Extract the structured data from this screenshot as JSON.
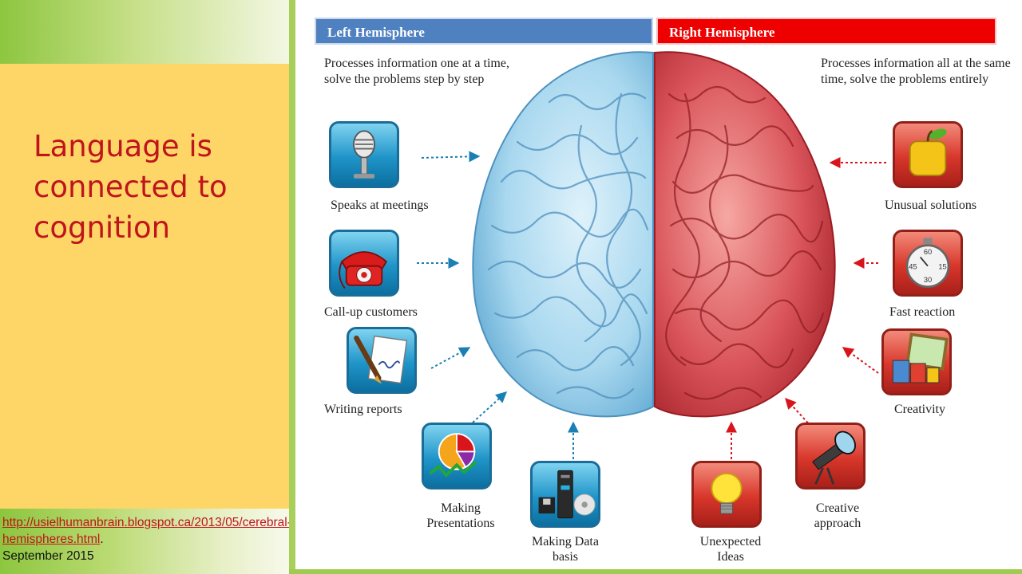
{
  "slide": {
    "title": "Language is connected to cognition",
    "source_link": "http://usielhumanbrain.blogspot.ca/2013/05/cerebral-hemispheres.html",
    "source_suffix": ".",
    "source_date": "September 2015"
  },
  "diagram": {
    "left_header": "Left Hemisphere",
    "right_header": "Right Hemisphere",
    "left_description": "Processes information one at a time, solve the problems step by step",
    "right_description": "Processes information all at the same time, solve the problems entirely",
    "left_items": [
      {
        "label": "Speaks at meetings",
        "icon": "microphone-icon"
      },
      {
        "label": "Call-up customers",
        "icon": "telephone-icon"
      },
      {
        "label": "Writing reports",
        "icon": "pen-document-icon"
      },
      {
        "label": "Making Presentations",
        "icon": "pie-chart-icon"
      },
      {
        "label": "Making Data basis",
        "icon": "server-disk-icon"
      }
    ],
    "right_items": [
      {
        "label": "Unusual solutions",
        "icon": "apple-icon"
      },
      {
        "label": "Fast reaction",
        "icon": "stopwatch-icon"
      },
      {
        "label": "Creativity",
        "icon": "paint-cans-icon"
      },
      {
        "label": "Creative approach",
        "icon": "telescope-icon"
      },
      {
        "label": "Unexpected Ideas",
        "icon": "light-bulb-icon"
      }
    ],
    "stopwatch_numbers": [
      "60",
      "45",
      "15",
      "30"
    ],
    "colors": {
      "left_header": "#4f80bf",
      "right_header": "#ee0000",
      "left_brain": "#a9d8ef",
      "right_brain": "#d9545a",
      "title_text": "#c0141c",
      "panel": "#fdd667"
    }
  }
}
